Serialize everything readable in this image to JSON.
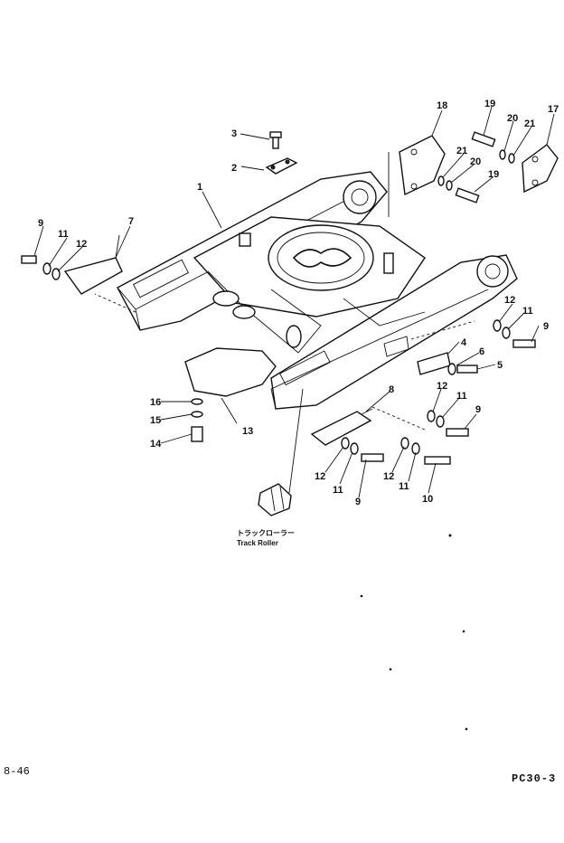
{
  "diagram": {
    "callouts": [
      {
        "id": "c1",
        "text": "1"
      },
      {
        "id": "c2",
        "text": "2"
      },
      {
        "id": "c3",
        "text": "3"
      },
      {
        "id": "c4",
        "text": "4"
      },
      {
        "id": "c5",
        "text": "5"
      },
      {
        "id": "c6",
        "text": "6"
      },
      {
        "id": "c7",
        "text": "7"
      },
      {
        "id": "c8",
        "text": "8"
      },
      {
        "id": "c9a",
        "text": "9"
      },
      {
        "id": "c9b",
        "text": "9"
      },
      {
        "id": "c9c",
        "text": "9"
      },
      {
        "id": "c9d",
        "text": "9"
      },
      {
        "id": "c10",
        "text": "10"
      },
      {
        "id": "c11a",
        "text": "11"
      },
      {
        "id": "c11b",
        "text": "11"
      },
      {
        "id": "c11c",
        "text": "11"
      },
      {
        "id": "c11d",
        "text": "11"
      },
      {
        "id": "c11e",
        "text": "11"
      },
      {
        "id": "c12a",
        "text": "12"
      },
      {
        "id": "c12b",
        "text": "12"
      },
      {
        "id": "c12c",
        "text": "12"
      },
      {
        "id": "c12d",
        "text": "12"
      },
      {
        "id": "c12e",
        "text": "12"
      },
      {
        "id": "c13",
        "text": "13"
      },
      {
        "id": "c14",
        "text": "14"
      },
      {
        "id": "c15",
        "text": "15"
      },
      {
        "id": "c16",
        "text": "16"
      },
      {
        "id": "c17",
        "text": "17"
      },
      {
        "id": "c18",
        "text": "18"
      },
      {
        "id": "c19a",
        "text": "19"
      },
      {
        "id": "c19b",
        "text": "19"
      },
      {
        "id": "c20a",
        "text": "20"
      },
      {
        "id": "c20b",
        "text": "20"
      },
      {
        "id": "c21a",
        "text": "21"
      },
      {
        "id": "c21b",
        "text": "21"
      }
    ],
    "track_roller_caption_jp": "トラックローラー",
    "track_roller_caption_en": "Track Roller"
  },
  "footer": {
    "page_number": "8-46",
    "doc_code": "PC30-3"
  }
}
